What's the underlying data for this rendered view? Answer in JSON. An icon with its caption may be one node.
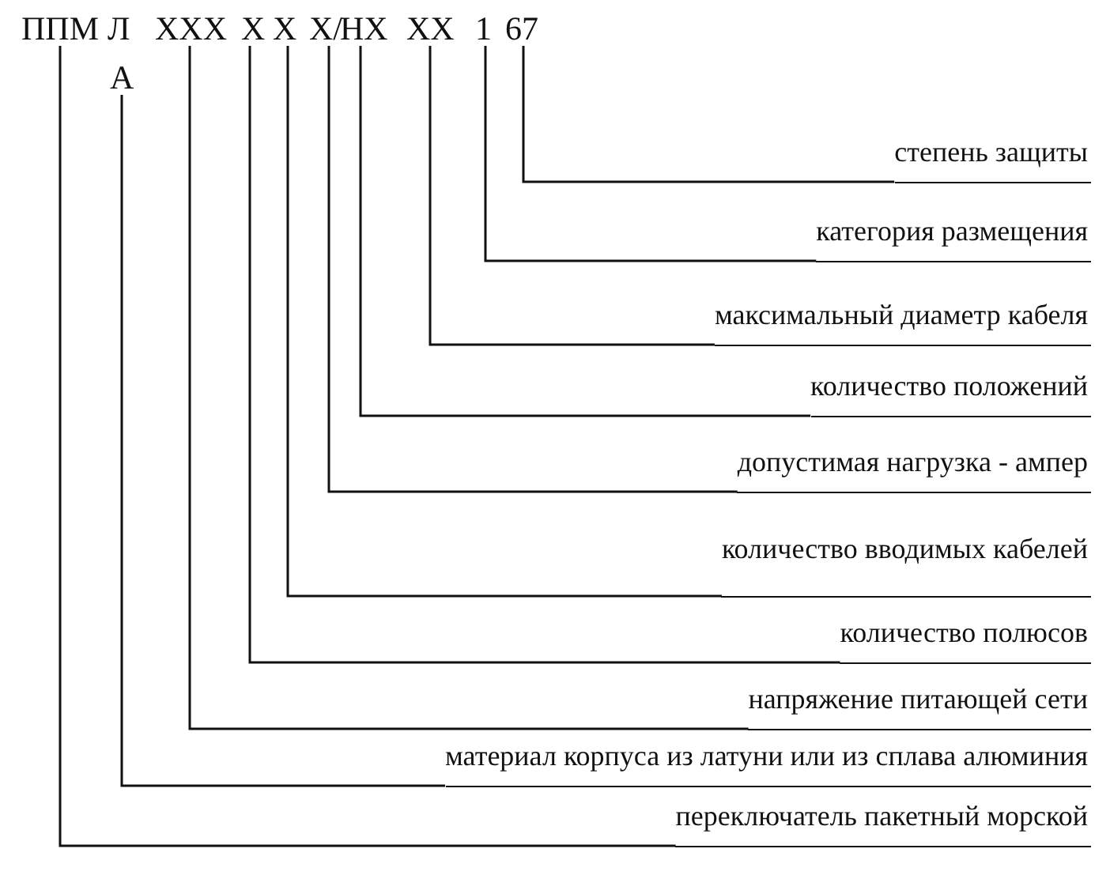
{
  "diagram": {
    "nodes": [
      {
        "text": [
          "ППМ"
        ]
      },
      {
        "text": [
          "ХХХ"
        ]
      },
      {
        "text": [
          "Х"
        ]
      },
      {
        "text": [
          "Х"
        ]
      },
      {
        "text": [
          "Х/"
        ]
      },
      {
        "text": [
          "НХ"
        ]
      },
      {
        "text": [
          "ХХ"
        ]
      },
      {
        "text": [
          "1"
        ]
      },
      {
        "text": [
          "67"
        ]
      },
      {
        "text": [
          "А"
        ]
      },
      {
        "text": [
          "степень защиты"
        ]
      },
      {
        "text": [
          "категория размещения"
        ]
      },
      {
        "text": [
          "максимальный диаметр кабеля"
        ]
      },
      {
        "text": [
          "количество положений"
        ]
      },
      {
        "text": [
          "допустимая нагрузка - ампер"
        ]
      },
      {
        "text": [
          "количество вводимых кабелей"
        ]
      },
      {
        "text": [
          "количество полюсов"
        ]
      },
      {
        "text": [
          "напряжение питающей сети"
        ]
      },
      {
        "text": [
          "материал корпуса из латуни или из сплава алюминия"
        ]
      },
      {
        "text": [
          "переключатель пакетный морской"
        ]
      }
    ],
    "edges": [
      {
        "from": 0,
        "to": 19,
        "arrow": "none"
      },
      {
        "from": 9,
        "to": 18,
        "arrow": "none"
      },
      {
        "from": 1,
        "to": 17,
        "arrow": "none"
      },
      {
        "from": 2,
        "to": 16,
        "arrow": "none"
      },
      {
        "from": 3,
        "to": 15,
        "arrow": "none"
      },
      {
        "from": 4,
        "to": 14,
        "arrow": "none"
      },
      {
        "from": 5,
        "to": 13,
        "arrow": "none"
      },
      {
        "from": 6,
        "to": 12,
        "arrow": "none"
      },
      {
        "from": 7,
        "to": 11,
        "arrow": "none"
      },
      {
        "from": 8,
        "to": 10,
        "arrow": "none"
      }
    ],
    "labels": [
      "Л"
    ]
  }
}
